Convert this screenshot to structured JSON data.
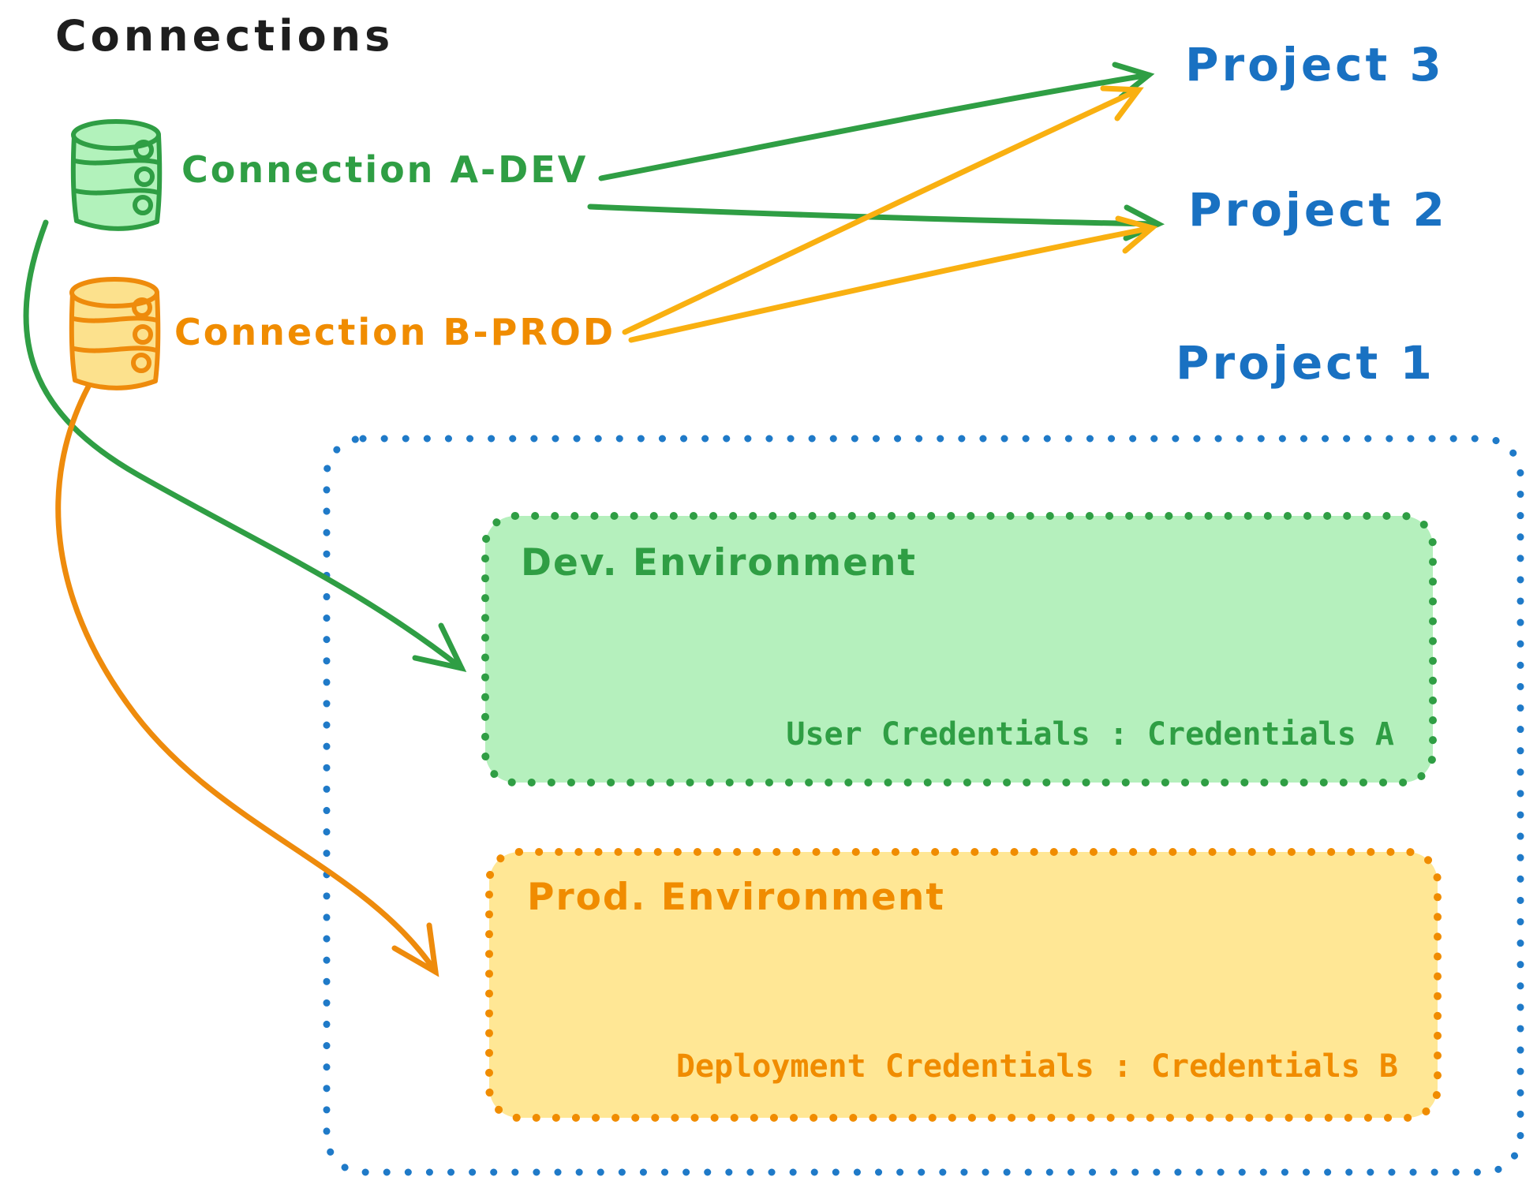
{
  "diagram": {
    "title": "Connections",
    "connections": [
      {
        "id": "a-dev",
        "label": "Connection A-DEV",
        "color": "#2f9e44",
        "icon": "database-icon"
      },
      {
        "id": "b-prod",
        "label": "Connection B-PROD",
        "color": "#f08c00",
        "icon": "database-icon"
      }
    ],
    "projects": [
      {
        "label": "Project 3"
      },
      {
        "label": "Project 2"
      },
      {
        "label": "Project 1"
      }
    ],
    "environments": [
      {
        "title": "Dev. Environment",
        "credentials": "User Credentials : Credentials A",
        "fill": "#b5f0bd",
        "stroke": "#2f9e44",
        "parent": "Project 1"
      },
      {
        "title": "Prod. Environment",
        "credentials": "Deployment Credentials : Credentials B",
        "fill": "#ffe795",
        "stroke": "#f08c00",
        "parent": "Project 1"
      }
    ],
    "links": [
      {
        "from": "Connection A-DEV",
        "to": "Project 3",
        "color": "#2f9e44",
        "style": "straight-arrow"
      },
      {
        "from": "Connection A-DEV",
        "to": "Project 2",
        "color": "#2f9e44",
        "style": "straight-arrow"
      },
      {
        "from": "Connection A-DEV",
        "to": "Dev. Environment",
        "color": "#2f9e44",
        "style": "curved-arrow"
      },
      {
        "from": "Connection B-PROD",
        "to": "Project 3",
        "color": "#f9b011",
        "style": "straight-arrow"
      },
      {
        "from": "Connection B-PROD",
        "to": "Project 2",
        "color": "#f9b011",
        "style": "straight-arrow"
      },
      {
        "from": "Connection B-PROD",
        "to": "Prod. Environment",
        "color": "#f08c00",
        "style": "curved-arrow"
      }
    ],
    "colors": {
      "black": "#1e1e1e",
      "blue": "#1971c2",
      "blue_border": "#1f7ac8",
      "green": "#2f9e44",
      "green_fill": "#b5f0bd",
      "orange": "#f08c00",
      "orange_fill": "#ffe795",
      "yellow_arrow": "#f9b011"
    }
  }
}
